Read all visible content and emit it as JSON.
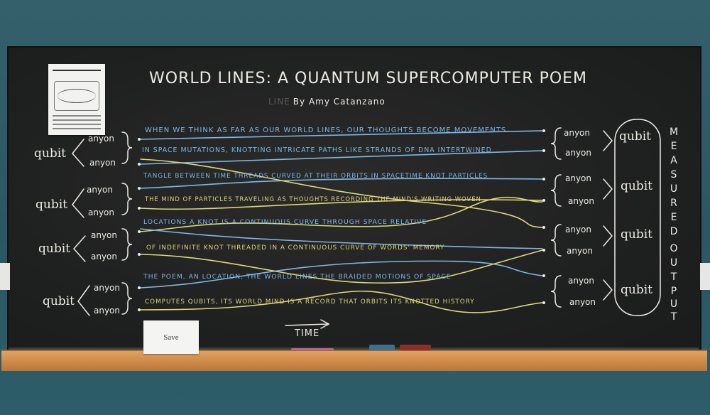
{
  "title": "WORLD LINES: A QUANTUM SUPERCOMPUTER POEM",
  "byline": "By Amy Catanzano",
  "byline_ghost": "LINE",
  "save_card": "Save",
  "time_label": "TIME",
  "measured_output": [
    "M",
    "E",
    "A",
    "S",
    "U",
    "R",
    "E",
    "D",
    "O",
    "U",
    "T",
    "P",
    "U",
    "T"
  ],
  "left_qubits": [
    "qubit",
    "qubit",
    "qubit",
    "qubit"
  ],
  "right_qubits": [
    "qubit",
    "qubit",
    "qubit",
    "qubit"
  ],
  "anyon_word": "anyon",
  "lines": [
    {
      "color": "blue",
      "text": "WHEN WE THINK AS FAR AS OUR WORLD LINES, OUR THOUGHTS BECOME MOVEMENTS"
    },
    {
      "color": "blue",
      "text": "IN SPACE MUTATIONS, KNOTTING INTRICATE PATHS LIKE STRANDS OF DNA INTERTWINED"
    },
    {
      "color": "blue",
      "text": "TANGLE BETWEEN TIME THREADS CURVED AT THEIR ORBITS IN SPACETIME KNOT PARTICLES"
    },
    {
      "color": "yellow",
      "text": "THE MIND OF PARTICLES TRAVELING AS THOUGHTS RECORDING THE MIND'S WRITING WOVEN"
    },
    {
      "color": "blue",
      "text": "LOCATIONS A KNOT IS A CONTINUOUS CURVE THROUGH SPACE RELATIVE"
    },
    {
      "color": "yellow",
      "text": "OF INDEFINITE KNOT THREADED IN A CONTINUOUS CURVE OF WORDS' MEMORY"
    },
    {
      "color": "blue",
      "text": "THE POEM, AN LOCATION, THE WORLD LINES THE BRAIDED MOTIONS OF SPACE"
    },
    {
      "color": "yellow",
      "text": "COMPUTES QUBITS, ITS WORLD MIND IS A RECORD THAT ORBITS ITS KNOTTED HISTORY"
    }
  ]
}
